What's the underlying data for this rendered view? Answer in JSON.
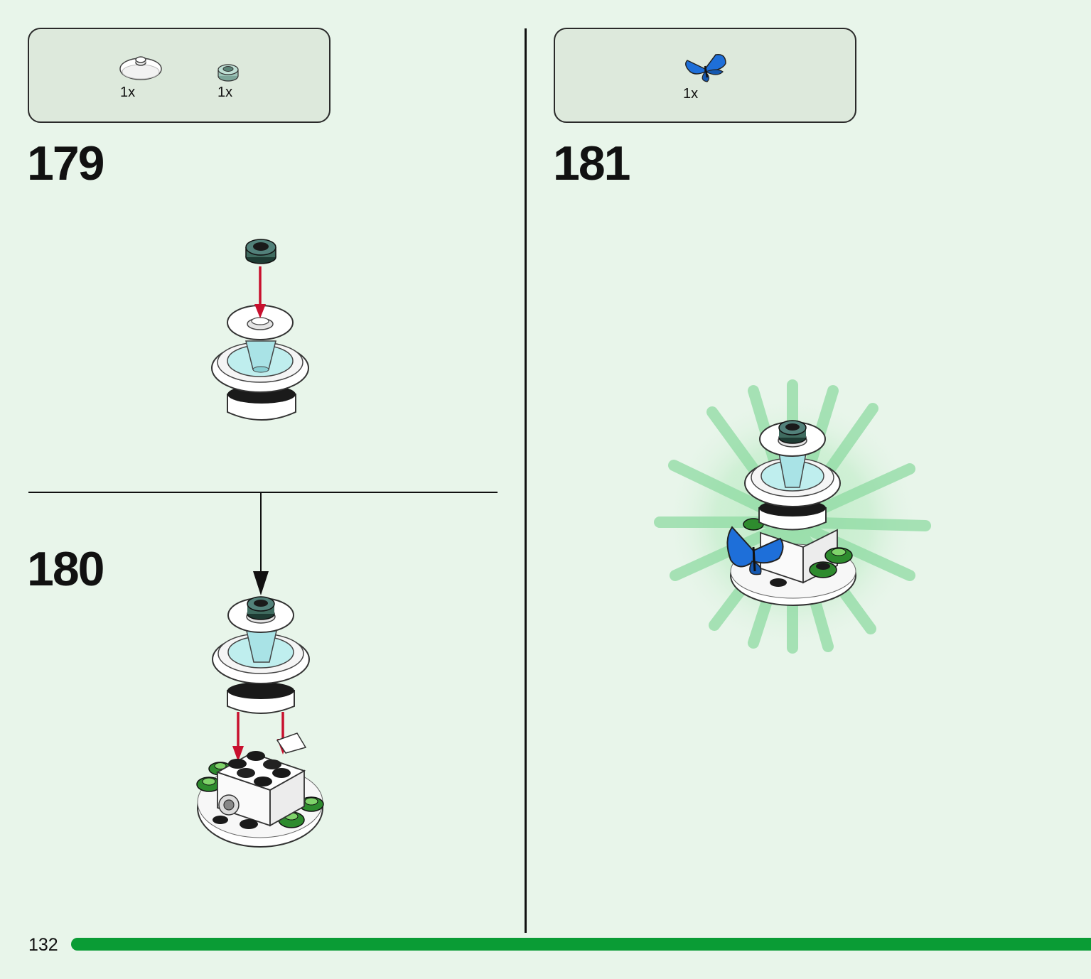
{
  "page": {
    "number": "132",
    "progress_fraction": 0.99,
    "colors": {
      "background": "#e8f5ea",
      "progress": "#0a9c35",
      "arrow": "#c8102e",
      "parts_box": "#dde9dc"
    }
  },
  "steps": [
    {
      "number": "179",
      "parts": [
        {
          "icon": "white-round-dish-icon",
          "count": "1x"
        },
        {
          "icon": "sand-green-round-plate-icon",
          "count": "1x"
        }
      ]
    },
    {
      "number": "180"
    },
    {
      "number": "181",
      "parts": [
        {
          "icon": "blue-butterfly-icon",
          "count": "1x"
        }
      ]
    }
  ]
}
